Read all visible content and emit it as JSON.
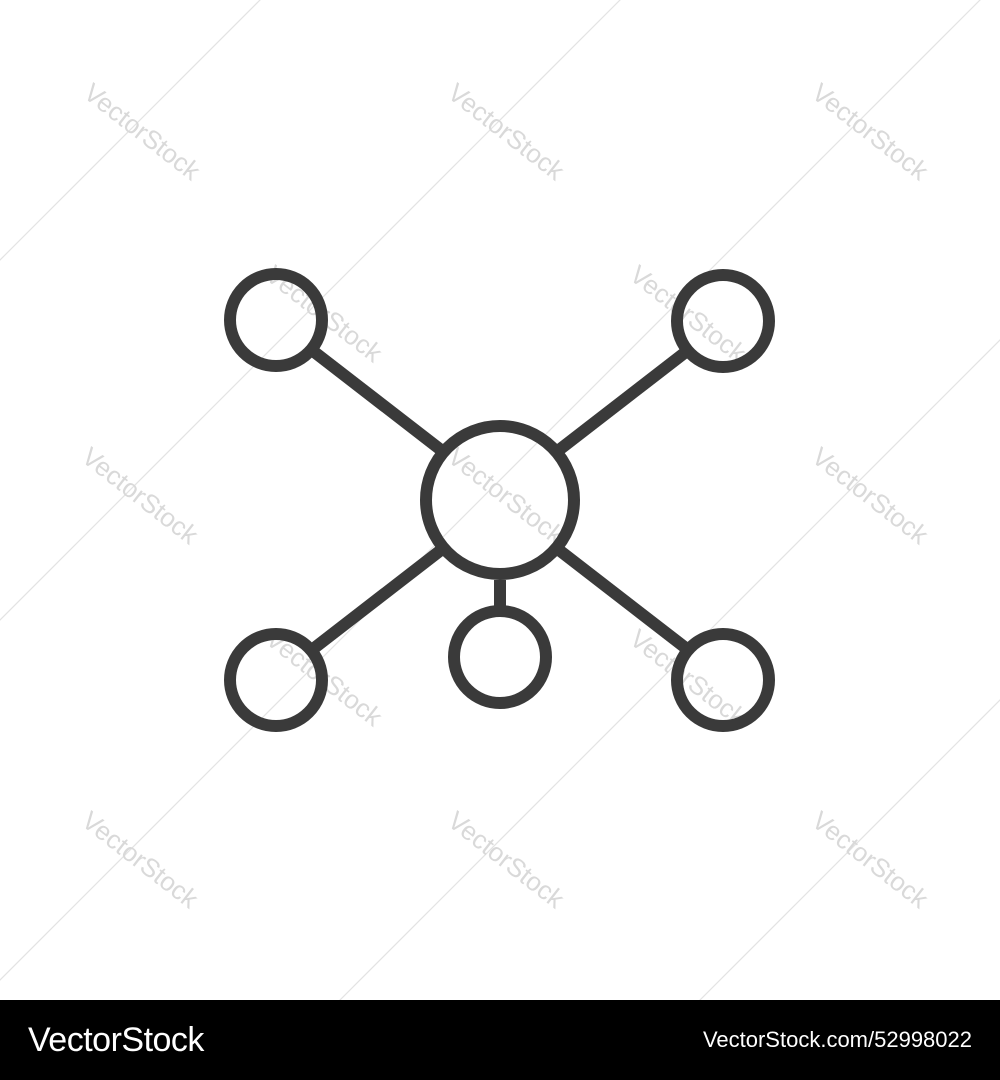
{
  "icon": {
    "name": "network-hub-icon",
    "stroke_color": "#3a3a3a"
  },
  "watermark": {
    "text": "VectorStock",
    "color": "#d9d9d9"
  },
  "footer": {
    "background": "#000000",
    "text_color": "#ffffff",
    "brand": "VectorStock",
    "image_id": "VectorStock.com/52998022"
  }
}
